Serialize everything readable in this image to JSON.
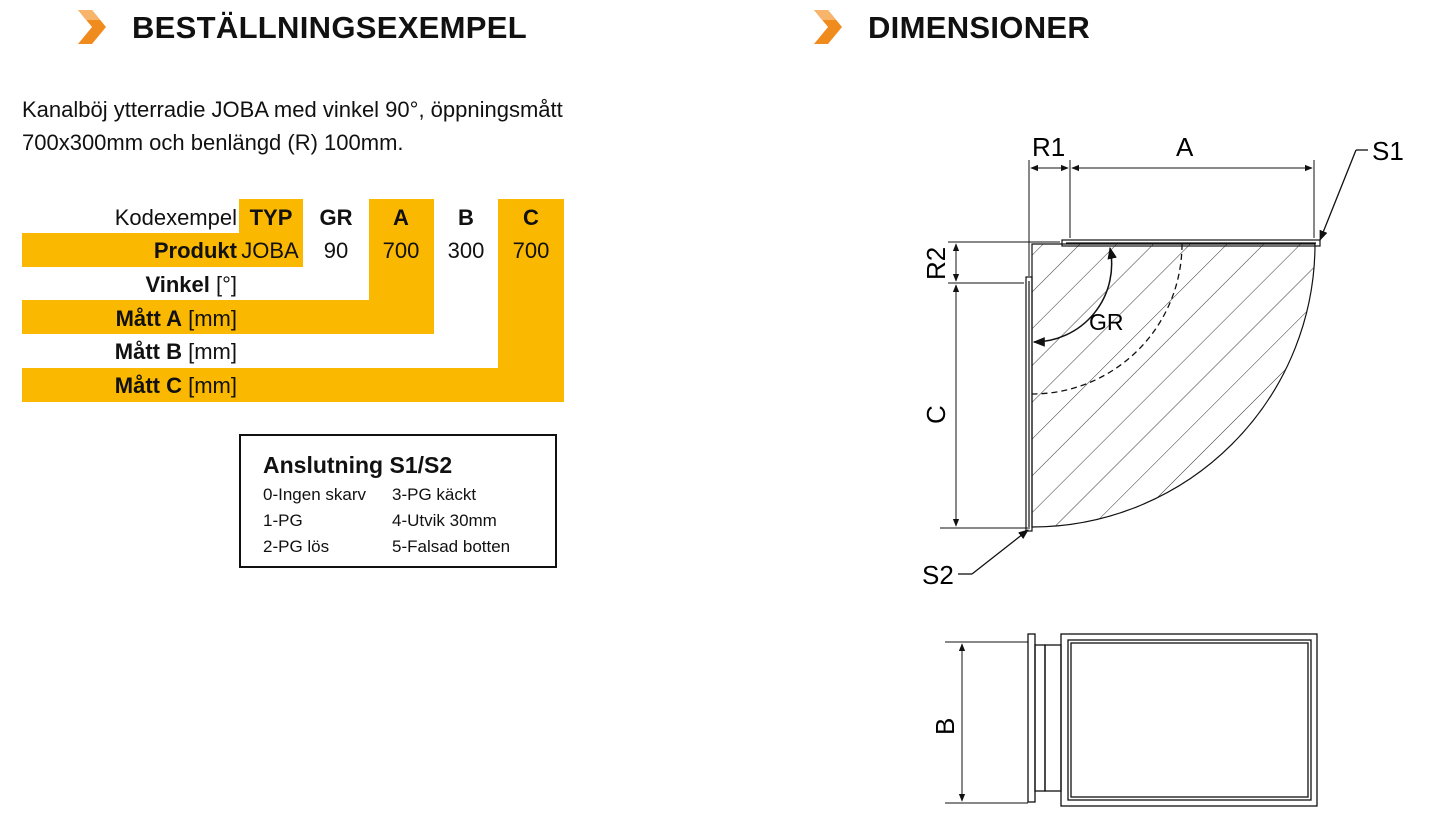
{
  "colors": {
    "accent": "#fbb800",
    "chevron": "#f08c1e",
    "chevron_light": "#f7b46b"
  },
  "left": {
    "heading": "BESTÄLLNINGSEXEMPEL",
    "intro_line1": "Kanalböj ytterradie JOBA med vinkel 90°, öppningsmått",
    "intro_line2": "700x300mm och benlängd (R) 100mm."
  },
  "code_table": {
    "header_label": "Kodexempel",
    "headers": [
      "TYP",
      "GR",
      "A",
      "B",
      "C"
    ],
    "product_label": "Produkt",
    "values": [
      "JOBA",
      "90",
      "700",
      "300",
      "700"
    ],
    "rows": [
      {
        "bold": "Vinkel",
        "unit": " [°]"
      },
      {
        "bold": "Mått A",
        "unit": " [mm]"
      },
      {
        "bold": "Mått B",
        "unit": " [mm]"
      },
      {
        "bold": "Mått C",
        "unit": " [mm]"
      }
    ]
  },
  "connection": {
    "title": "Anslutning S1/S2",
    "options": [
      "0-Ingen skarv",
      "1-PG",
      "2-PG lös",
      "3-PG käckt",
      "4-Utvik 30mm",
      "5-Falsad botten"
    ]
  },
  "right": {
    "heading": "DIMENSIONER",
    "labels": {
      "r1": "R1",
      "a": "A",
      "s1": "S1",
      "r2": "R2",
      "gr": "GR",
      "c": "C",
      "s2": "S2",
      "b": "B"
    }
  }
}
